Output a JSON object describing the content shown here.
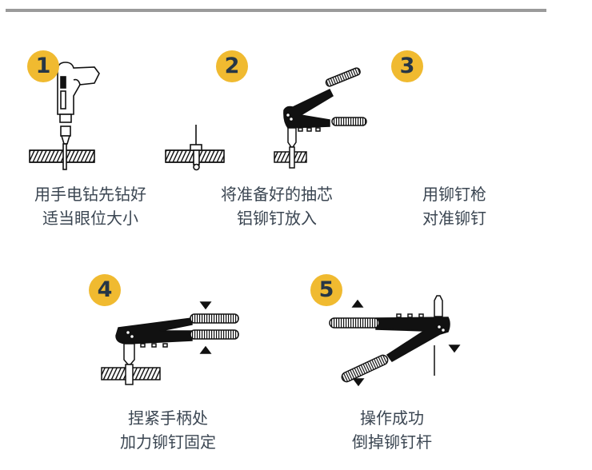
{
  "accent_color": "#F0BA30",
  "steps": [
    {
      "number": "1",
      "line1": "用手电钻先钻好",
      "line2": "适当眼位大小",
      "icon": "electric-drill"
    },
    {
      "number": "2",
      "line1": "将准备好的抽芯",
      "line2": "铝铆钉放入",
      "icon": "rivet-in-hole"
    },
    {
      "number": "3",
      "line1": "用铆钉枪",
      "line2": "对准铆钉",
      "icon": "rivet-gun-open"
    },
    {
      "number": "4",
      "line1": "捏紧手柄处",
      "line2": "加力铆钉固定",
      "icon": "rivet-gun-squeeze"
    },
    {
      "number": "5",
      "line1": "操作成功",
      "line2": "倒掉铆钉杆",
      "icon": "rivet-gun-release"
    }
  ]
}
